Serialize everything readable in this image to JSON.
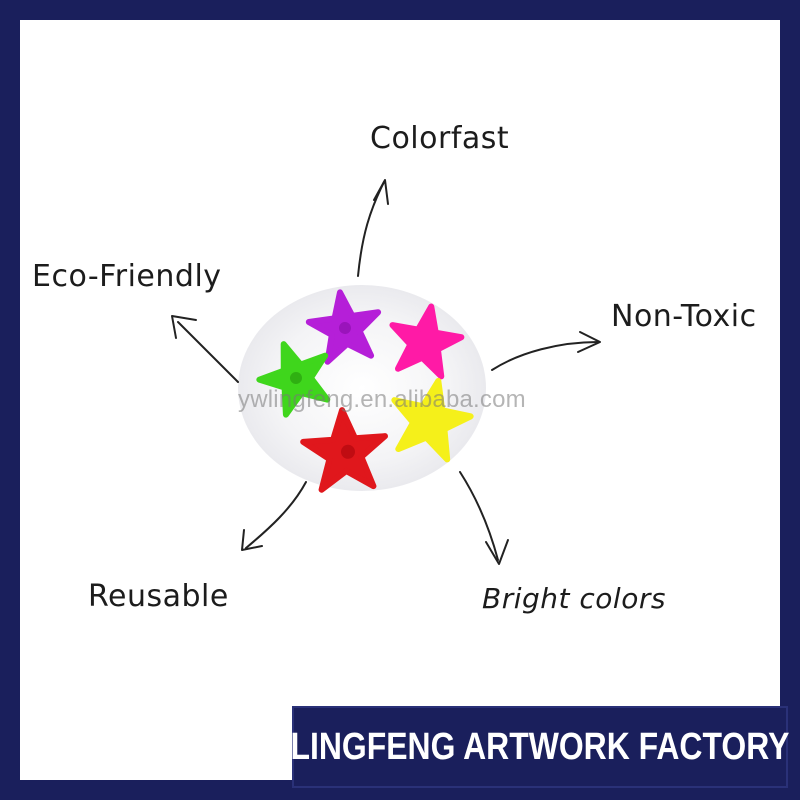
{
  "features": {
    "colorfast": "Colorfast",
    "eco_friendly": "Eco-Friendly",
    "non_toxic": "Non-Toxic",
    "reusable": "Reusable",
    "bright_colors": "Bright colors"
  },
  "watermark": "ywlingfeng.en.alibaba.com",
  "banner": {
    "text": "LINGFENG ARTWORK FACTORY"
  },
  "stars": [
    {
      "color": "purple",
      "hex": "#b51fd8"
    },
    {
      "color": "pink",
      "hex": "#ff1aa6"
    },
    {
      "color": "green",
      "hex": "#3fd61c"
    },
    {
      "color": "red",
      "hex": "#e0171c"
    },
    {
      "color": "yellow",
      "hex": "#f5f01a"
    }
  ],
  "colors": {
    "border": "#1a1f5c",
    "background": "#ffffff",
    "text": "#1c1c1c"
  }
}
